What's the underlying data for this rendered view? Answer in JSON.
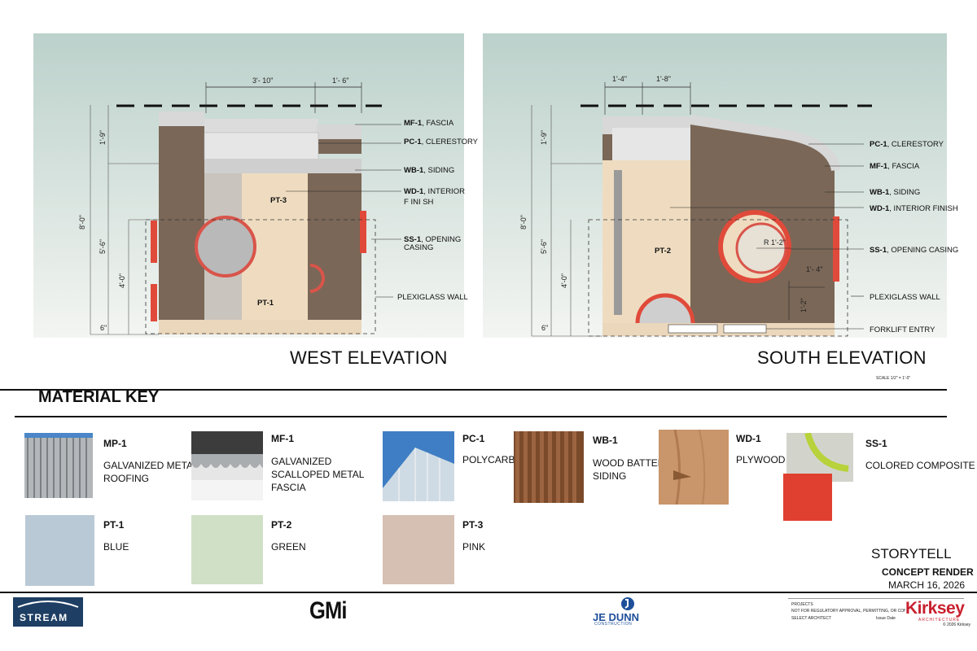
{
  "west": {
    "title": "WEST ELEVATION",
    "dims_top": [
      "3'- 10\"",
      "1'- 6\""
    ],
    "dims_left": [
      "8'-0\"",
      "1'-9\"",
      "5'-6\"",
      "4'-0\"",
      "6\""
    ],
    "labels": [
      {
        "code": "MF-1",
        "text": ", FASCIA"
      },
      {
        "code": "PC-1",
        "text": ", CLERESTORY"
      },
      {
        "code": "WB-1",
        "text": ", SIDING"
      },
      {
        "code": "WD-1",
        "text": ", INTERIOR"
      },
      {
        "code": "",
        "text": "F INI SH"
      },
      {
        "code": "SS-1",
        "text": ", OPENING"
      },
      {
        "code": "",
        "text": "CASING"
      },
      {
        "code": "",
        "text": "PLEXIGLASS WALL"
      }
    ],
    "inner_labels": [
      "PT-3",
      "PT-1"
    ]
  },
  "south": {
    "title": "SOUTH ELEVATION",
    "scale": "SCALE 1/2\" = 1'-0\"",
    "dims_top": [
      "1'-4\"",
      "1'-8\""
    ],
    "dims_left": [
      "8'-0\"",
      "1'-9\"",
      "5'-6\"",
      "4'-0\"",
      "6\""
    ],
    "radius": "R 1'-2\"",
    "dim_inner": [
      "1'- 4\"",
      "1'-2\""
    ],
    "labels": [
      {
        "code": "PC-1",
        "text": ", CLERESTORY"
      },
      {
        "code": "MF-1",
        "text": ", FASCIA"
      },
      {
        "code": "WB-1",
        "text": ", SIDING"
      },
      {
        "code": "WD-1",
        "text": ", INTERIOR FINISH"
      },
      {
        "code": "SS-1",
        "text": ", OPENING CASING"
      },
      {
        "code": "",
        "text": "PLEXIGLASS WALL"
      },
      {
        "code": "",
        "text": "FORKLIFT ENTRY"
      }
    ],
    "inner_labels": [
      "PT-2"
    ]
  },
  "material_key": {
    "title": "MATERIAL KEY",
    "items": [
      {
        "code": "MP-1",
        "name": "GALVANIZED METAL ROOFING"
      },
      {
        "code": "MF-1",
        "name": "GALVANIZED SCALLOPED METAL FASCIA"
      },
      {
        "code": "PC-1",
        "name": "POLYCARB"
      },
      {
        "code": "WB-1",
        "name": "WOOD BATTEN SIDING"
      },
      {
        "code": "WD-1",
        "name": "PLYWOOD"
      },
      {
        "code": "SS-1",
        "name": "COLORED COMPOSITE"
      },
      {
        "code": "PT-1",
        "name": "BLUE",
        "color": "#b9c9d6"
      },
      {
        "code": "PT-2",
        "name": "GREEN",
        "color": "#cfe0c7"
      },
      {
        "code": "PT-3",
        "name": "PINK",
        "color": "#d6bfb3"
      }
    ]
  },
  "project": {
    "name": "STORYTELL",
    "phase": "CONCEPT RENDER",
    "date": "MARCH 16, 2026"
  },
  "footer": {
    "logos": [
      "STREAM",
      "GMi",
      "JE DUNN",
      "Kirksey"
    ],
    "jedunn_sub": "CONSTRUCTION",
    "kirksey_sub": "ARCHITECTURE",
    "projects": "PROJECTS",
    "disclaimer": "NOT FOR REGULATORY APPROVAL, PERMITTING, OR CONSTRUCTION",
    "select": "SELECT ARCHITECT",
    "issue": "Issue Date",
    "copyright": "© 2026 Kirksey"
  },
  "colors": {
    "sky": "#c3d6d0",
    "siding": "#7a6757",
    "plywood": "#efdcc0",
    "casing": "#e04a3a",
    "accent_red": "#e04030"
  }
}
